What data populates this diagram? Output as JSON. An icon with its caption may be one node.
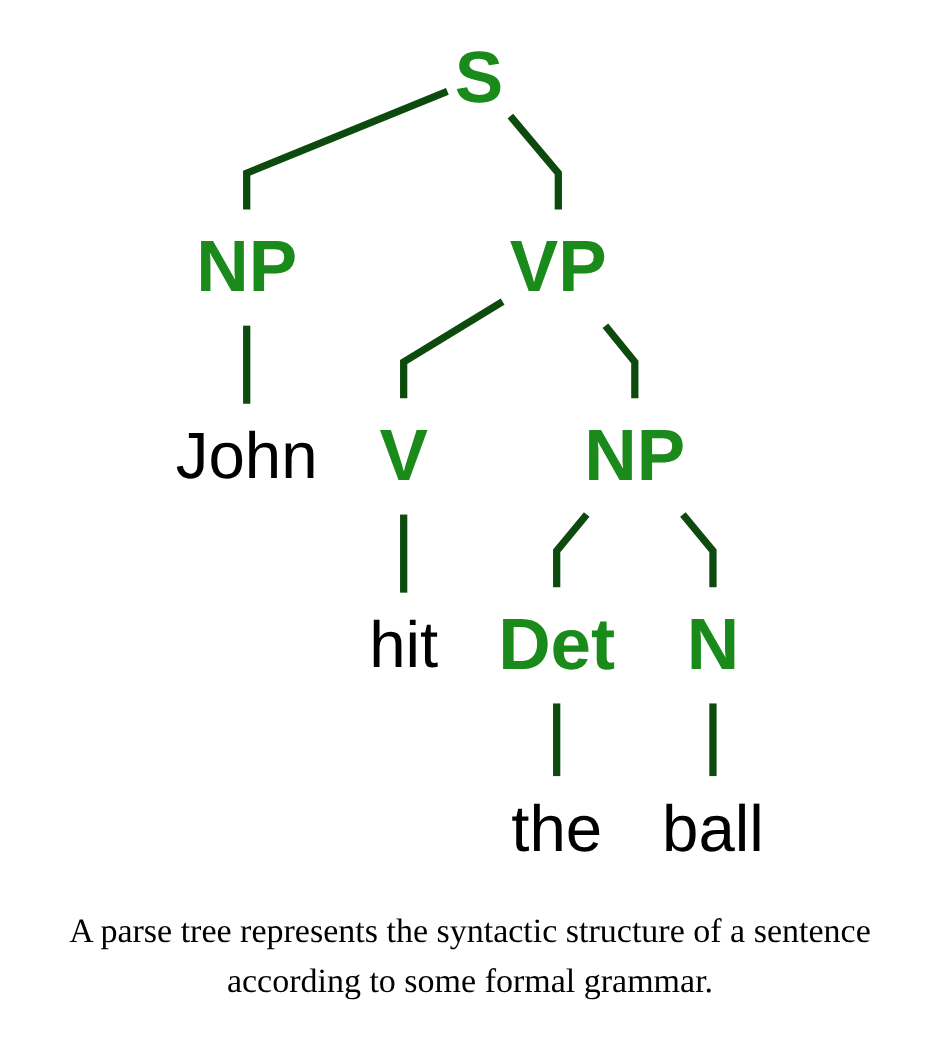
{
  "diagram": {
    "caption": "A parse tree represents the syntactic structure of a sentence according to some formal grammar.",
    "nodes": [
      {
        "text": [
          "S"
        ]
      },
      {
        "text": [
          "NP"
        ]
      },
      {
        "text": [
          "VP"
        ]
      },
      {
        "text": [
          "John"
        ]
      },
      {
        "text": [
          "V"
        ]
      },
      {
        "text": [
          "NP"
        ]
      },
      {
        "text": [
          "hit"
        ]
      },
      {
        "text": [
          "Det"
        ]
      },
      {
        "text": [
          "N"
        ]
      },
      {
        "text": [
          "the"
        ]
      },
      {
        "text": [
          "ball"
        ]
      }
    ],
    "edges": [
      {
        "from": 0,
        "to": 1,
        "arrow": "none"
      },
      {
        "from": 0,
        "to": 2,
        "arrow": "none"
      },
      {
        "from": 1,
        "to": 3,
        "arrow": "none"
      },
      {
        "from": 2,
        "to": 4,
        "arrow": "none"
      },
      {
        "from": 2,
        "to": 5,
        "arrow": "none"
      },
      {
        "from": 4,
        "to": 6,
        "arrow": "none"
      },
      {
        "from": 5,
        "to": 7,
        "arrow": "none"
      },
      {
        "from": 5,
        "to": 8,
        "arrow": "none"
      },
      {
        "from": 7,
        "to": 9,
        "arrow": "none"
      },
      {
        "from": 8,
        "to": 10,
        "arrow": "none"
      }
    ]
  }
}
